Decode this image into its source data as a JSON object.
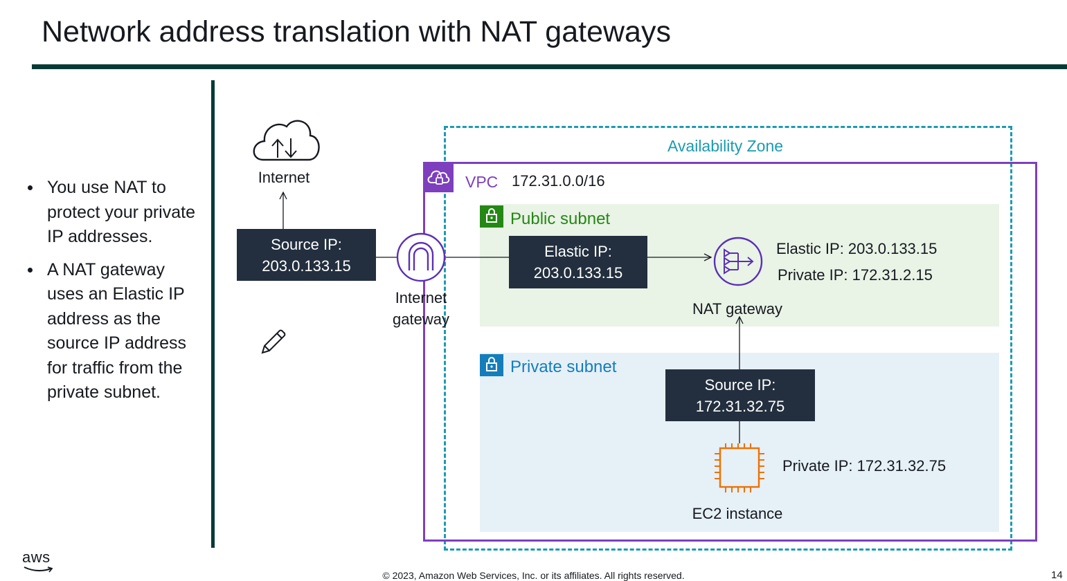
{
  "slide": {
    "title": "Network address translation with NAT gateways",
    "bullets": [
      "You use NAT to protect your private IP addresses.",
      "A NAT gateway uses an Elastic IP address as the source IP address for traffic from the private subnet."
    ],
    "footer": "© 2023, Amazon Web Services, Inc. or its affiliates. All rights reserved.",
    "page_number": "14",
    "logo_text": "aws"
  },
  "diagram": {
    "availability_zone_label": "Availability Zone",
    "vpc_label": "VPC",
    "vpc_cidr": "172.31.0.0/16",
    "public_subnet_label": "Public subnet",
    "private_subnet_label": "Private subnet",
    "internet_label": "Internet",
    "internet_gateway_label_line1": "Internet",
    "internet_gateway_label_line2": "gateway",
    "source_ip_box_line1": "Source IP:",
    "source_ip_box_line2": "203.0.133.15",
    "elastic_ip_box_line1": "Elastic IP:",
    "elastic_ip_box_line2": "203.0.133.15",
    "nat_gateway_label": "NAT gateway",
    "nat_elastic_ip": "Elastic IP: 203.0.133.15",
    "nat_private_ip": "Private IP: 172.31.2.15",
    "private_source_ip_line1": "Source IP:",
    "private_source_ip_line2": "172.31.32.75",
    "ec2_label": "EC2 instance",
    "ec2_private_ip": "Private IP: 172.31.32.75"
  },
  "colors": {
    "title_rule": "#063a36",
    "availability_zone": "#1a9bb2",
    "vpc": "#7d3fbd",
    "public_subnet_text": "#248814",
    "public_subnet_bg": "#e9f3e6",
    "private_subnet_text": "#147eba",
    "private_subnet_bg": "#e6f0f7",
    "dark_box": "#232f3e",
    "ec2_orange": "#ed7100",
    "nat_purple": "#7d3fbd"
  },
  "icons": [
    "cloud-icon",
    "vpc-cloud-icon",
    "lock-icon",
    "internet-gateway-icon",
    "nat-gateway-icon",
    "ec2-chip-icon",
    "pencil-icon",
    "aws-logo"
  ]
}
